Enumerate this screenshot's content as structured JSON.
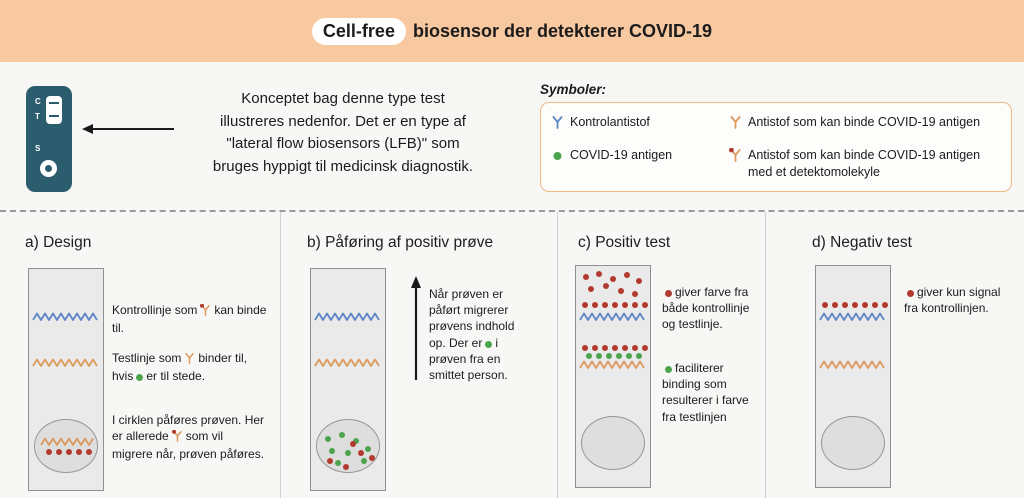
{
  "header": {
    "highlight": "Cell-free",
    "rest": "biosensor der detekterer COVID-19"
  },
  "intro": {
    "lines": [
      "Konceptet bag denne type test",
      "illustreres nedenfor. Det er en type af",
      "\"lateral flow biosensors (LFB)\" som",
      "bruges hyppigt til medicinsk diagnostik."
    ],
    "device": {
      "c_label": "C",
      "t_label": "T",
      "s_label": "S"
    }
  },
  "legend": {
    "title": "Symboler:",
    "items": [
      {
        "icon": "control-antibody",
        "label": "Kontrolantistof"
      },
      {
        "icon": "covid-antigen",
        "label": "COVID-19 antigen"
      },
      {
        "icon": "binding-antibody",
        "label": "Antistof som kan binde COVID-19 antigen"
      },
      {
        "icon": "detector-antibody",
        "label": "Antistof som kan binde COVID-19 antigen med et detektomolekyle"
      }
    ]
  },
  "panels": {
    "a": {
      "title": "a) Design",
      "ann1": {
        "t0": "Kontrollinje som",
        "t1": "kan binde til."
      },
      "ann2": {
        "t0": "Testlinje som",
        "t1": "binder til, hvis",
        "t2": "er til stede."
      },
      "ann3": {
        "t0": "I cirklen påføres prøven. Her er allerede",
        "t1": "som vil migrere når, prøven påføres."
      }
    },
    "b": {
      "title": "b) Påføring af positiv prøve",
      "ann1": {
        "t0": "Når prøven er påført migrerer prøvens indhold op. Der er",
        "t1": "i prøven fra en smittet person."
      }
    },
    "c": {
      "title": "c) Positiv test",
      "ann1": "giver farve fra både kontrollinje og testlinje.",
      "ann2": "faciliterer binding som resulterer i farve fra testlinjen"
    },
    "d": {
      "title": "d) Negativ test",
      "ann1": "giver kun signal fra kontrollinjen."
    }
  },
  "colors": {
    "header_bg": "#f8c8a0",
    "legend_border": "#f0b987",
    "control_line_blue": "#5b87c5",
    "test_line_orange": "#dd9a5f",
    "antigen_green": "#4ca44c",
    "detector_red": "#b23a2f",
    "device_teal": "#2b5d6e"
  }
}
